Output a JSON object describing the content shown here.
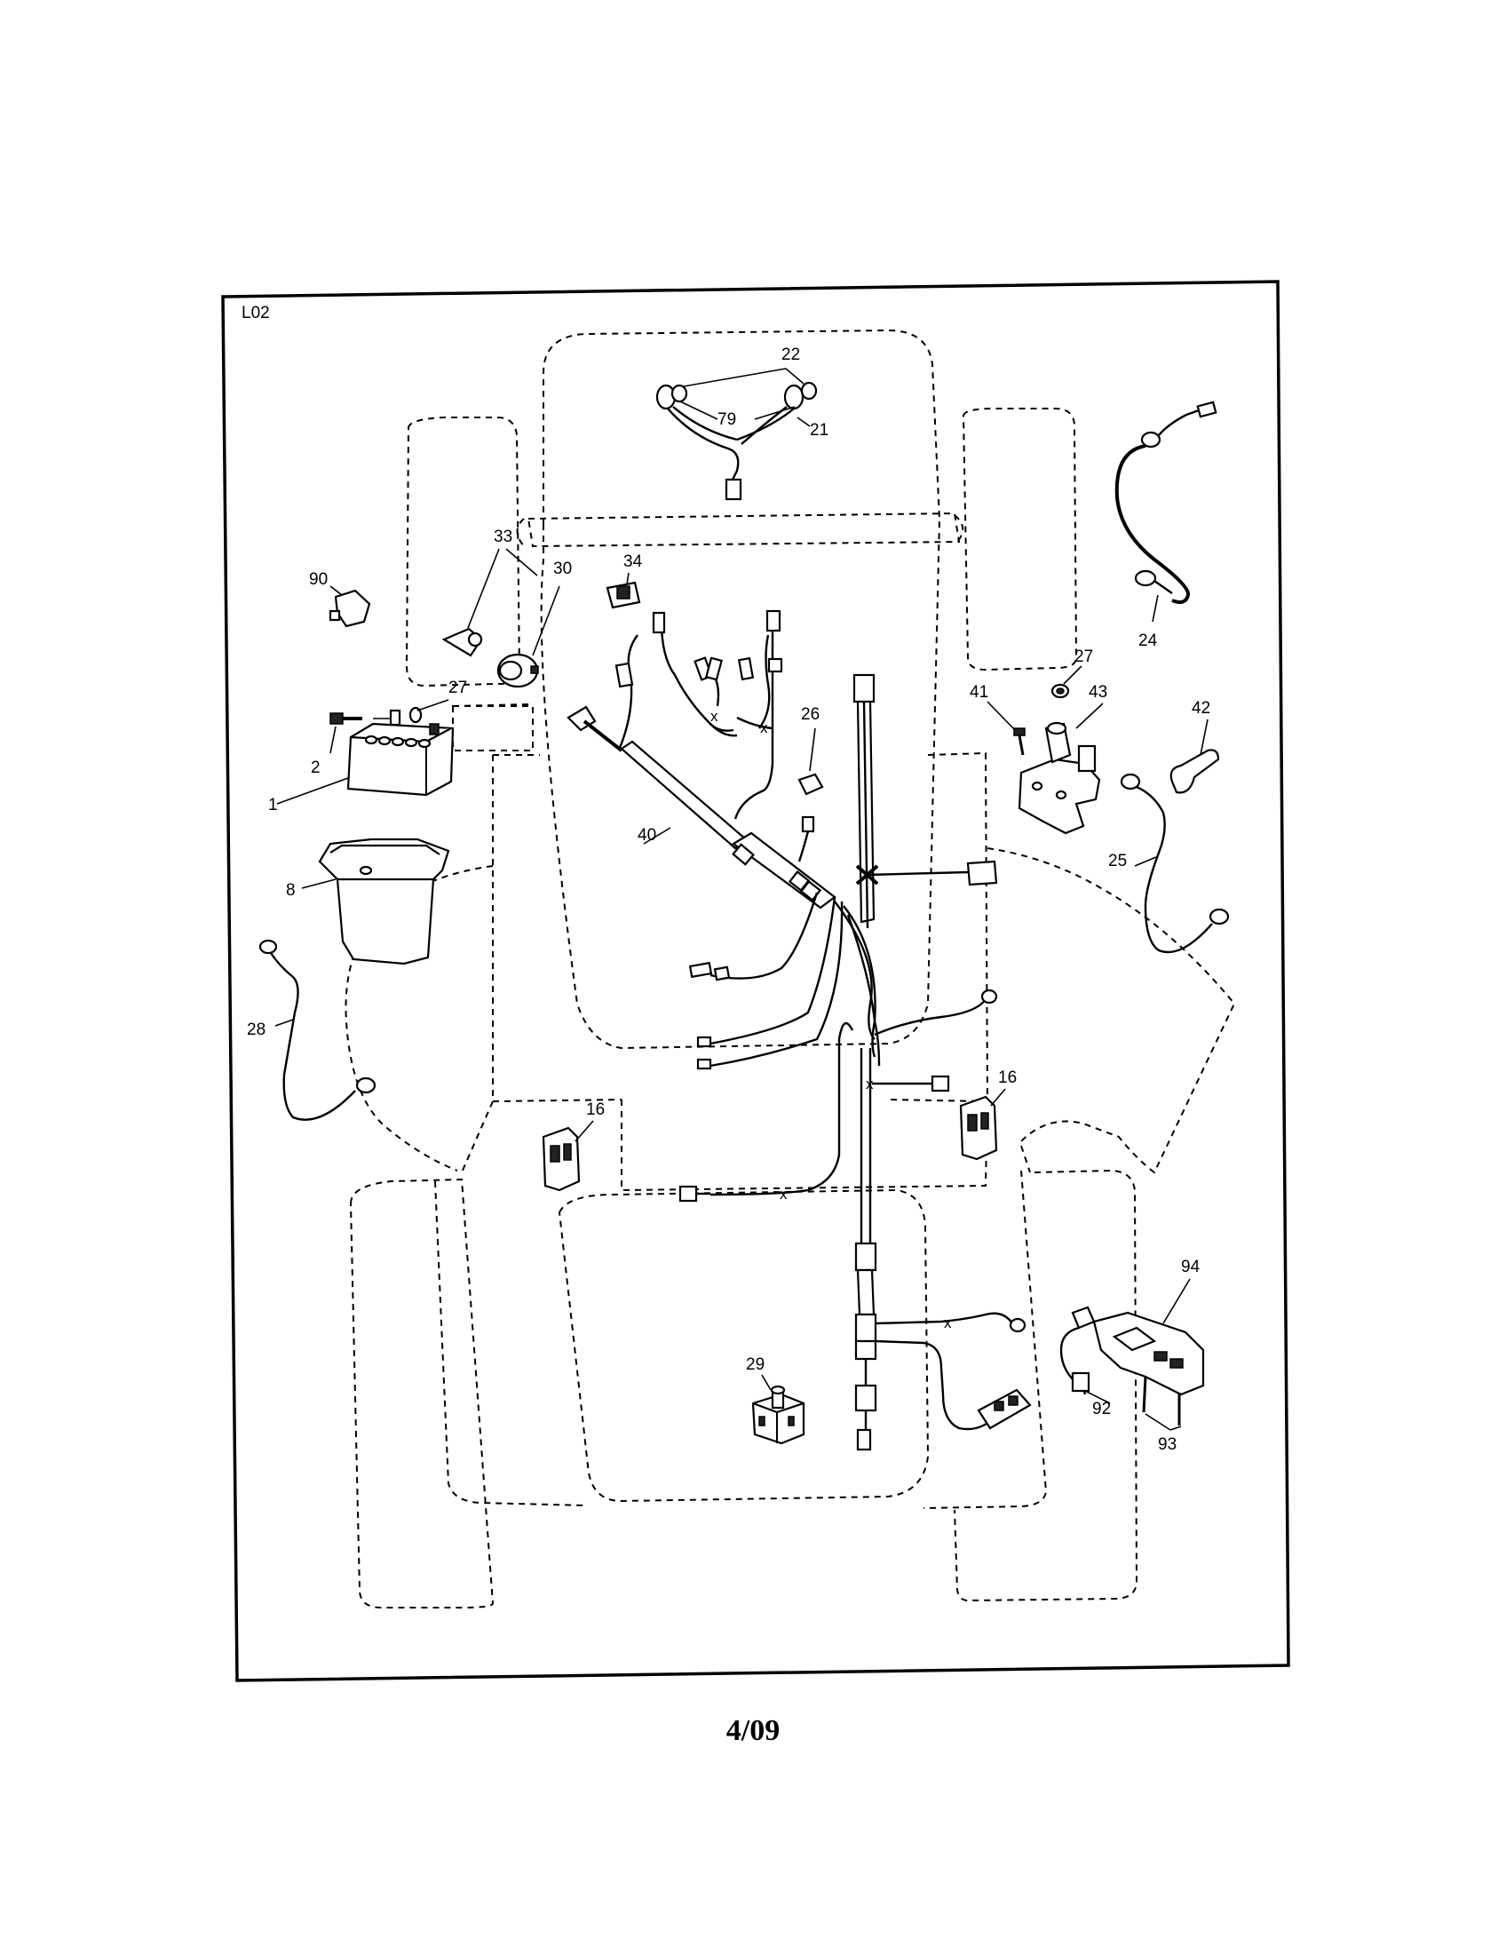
{
  "diagram_id": "L02",
  "footer_date": "4/09",
  "callouts": {
    "battery": "1",
    "bolt": "2",
    "battery_box": "8",
    "interlock_switch_left": "16",
    "interlock_switch_right": "16",
    "headlight_harness": "21",
    "headlight_bulbs": "22",
    "cable_right_long": "24",
    "cable_right_short": "25",
    "relay": "26",
    "nut_left": "27",
    "nut_right": "27",
    "cable_left": "28",
    "pto_switch": "29",
    "ignition_switch": "30",
    "key": "33",
    "light_switch": "34",
    "main_harness": "40",
    "screw": "41",
    "boot": "42",
    "solenoid": "43",
    "headlight_socket": "79",
    "fuse_holder": "90",
    "connector_92": "92",
    "screws_93": "93",
    "module_94": "94"
  }
}
